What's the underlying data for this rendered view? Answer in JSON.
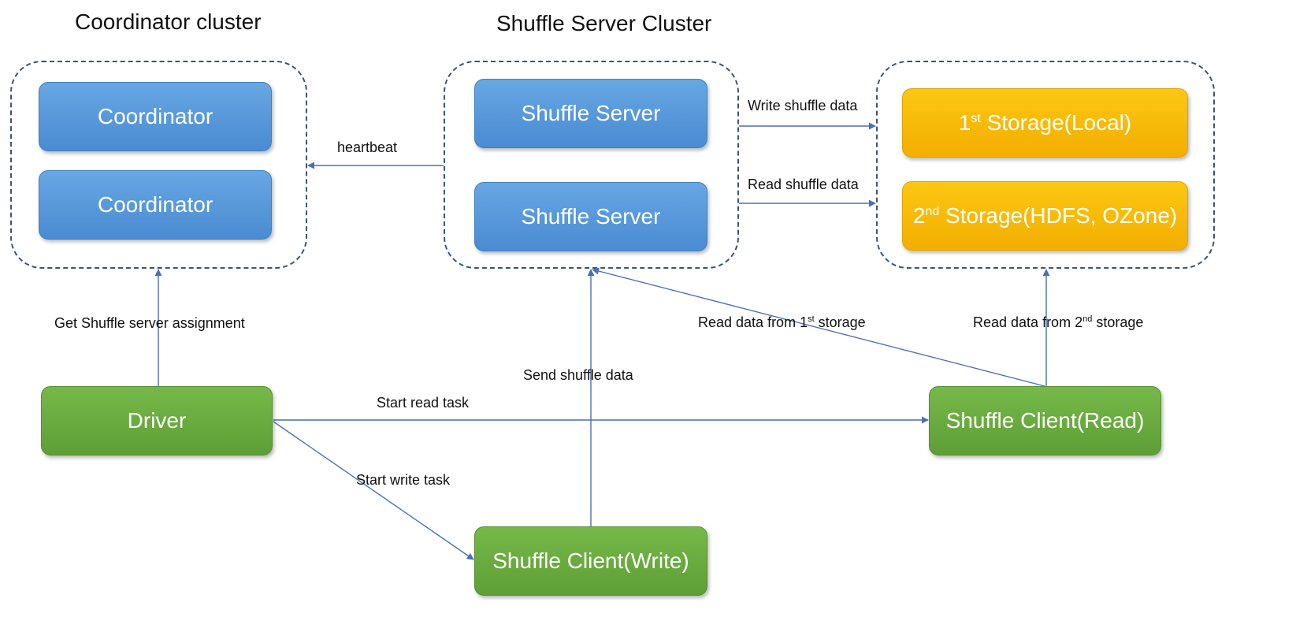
{
  "titles": {
    "coordinator_cluster": "Coordinator cluster",
    "shuffle_server_cluster": "Shuffle Server Cluster"
  },
  "nodes": {
    "coordinator_1": "Coordinator",
    "coordinator_2": "Coordinator",
    "shuffle_server_1": "Shuffle Server",
    "shuffle_server_2": "Shuffle Server",
    "storage_1": {
      "ordinal": "1",
      "suffix": "st",
      "text": " Storage(Local)"
    },
    "storage_2": {
      "ordinal": "2",
      "suffix": "nd",
      "text": " Storage(HDFS, OZone)"
    },
    "driver": "Driver",
    "client_read": "Shuffle Client(Read)",
    "client_write": "Shuffle Client(Write)"
  },
  "edges": {
    "heartbeat": "heartbeat",
    "write_shuffle_data": "Write shuffle data",
    "read_shuffle_data": "Read shuffle data",
    "get_assignment": "Get Shuffle server assignment",
    "send_shuffle_data": "Send shuffle data",
    "start_read_task": "Start read task",
    "start_write_task": "Start write task",
    "read_from_1st": {
      "prefix": "Read data from 1",
      "sup": "st",
      "suffix": " storage"
    },
    "read_from_2nd": {
      "prefix": "Read data from 2",
      "sup": "nd",
      "suffix": " storage"
    }
  },
  "colors": {
    "server_blue": "#4a8bd2",
    "storage_yellow": "#f3ae00",
    "client_green": "#5e9f35",
    "arrow": "#4a6fb5",
    "group_border": "#3b5573"
  }
}
